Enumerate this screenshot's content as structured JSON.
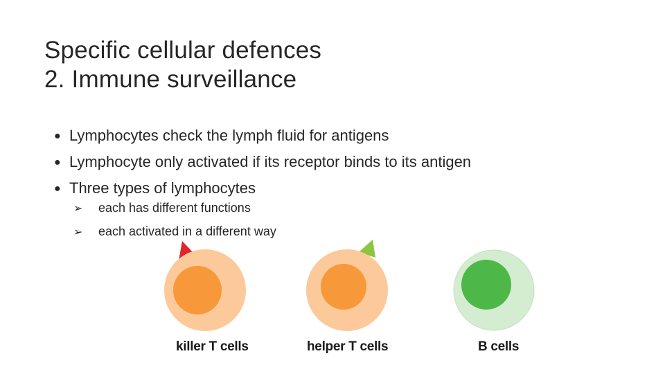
{
  "title": {
    "line1": "Specific cellular defences",
    "line2": "2. Immune surveillance"
  },
  "bullets": [
    "Lymphocytes check the lymph fluid for antigens",
    "Lymphocyte only activated if its receptor binds to its antigen",
    "Three types of lymphocytes"
  ],
  "sub_bullets": [
    "each has different functions",
    "each activated in a different way"
  ],
  "cells": [
    {
      "label": "killer T cells",
      "cytoplasm_color": "#fcc99a",
      "nucleus_color": "#f7993a",
      "receptor_color": "#e0252b"
    },
    {
      "label": "helper T cells",
      "cytoplasm_color": "#fcc99a",
      "nucleus_color": "#f7993a",
      "receptor_color": "#8ac640"
    },
    {
      "label": "B cells",
      "cytoplasm_color": "#d4ecd0",
      "nucleus_color": "#4db848",
      "receptor_color": ""
    }
  ]
}
